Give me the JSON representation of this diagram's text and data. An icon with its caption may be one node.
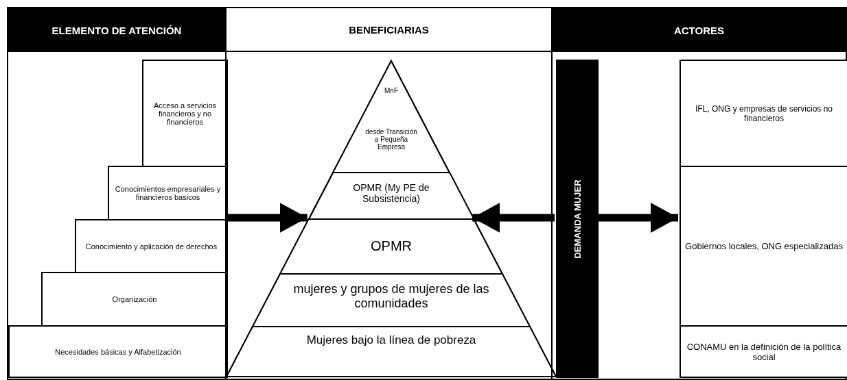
{
  "diagram": {
    "nodes": [
      {
        "text": [
          "ELEMENTO DE ATENCIÓN"
        ]
      },
      {
        "text": [
          "Acceso a servicios financieros y no financieros"
        ],
        "in": 0
      },
      {
        "text": [
          "Conocimientos empresariales y financieros basicos"
        ],
        "in": 0
      },
      {
        "text": [
          "Conocimiento y aplicación de derechos"
        ],
        "in": 0
      },
      {
        "text": [
          "Organización"
        ],
        "in": 0
      },
      {
        "text": [
          "Necesidades básicas y Alfabetización"
        ],
        "in": 0
      },
      {
        "text": [
          "BENEFICIARIAS"
        ]
      },
      {
        "text": [],
        "shape": "triangle",
        "in": 6
      },
      {
        "text": [
          "MnF",
          "desde Transición a Pequeña Empresa"
        ],
        "in": 7
      },
      {
        "text": [
          "OPMR (My PE de Subsistencia)"
        ],
        "in": 7
      },
      {
        "text": [
          "OPMR"
        ],
        "in": 7
      },
      {
        "text": [
          "mujeres y grupos de mujeres de las comunidades"
        ],
        "in": 7
      },
      {
        "text": [
          "Mujeres bajo la línea de pobreza"
        ],
        "in": 7
      },
      {
        "text": [
          "ACTORES"
        ]
      },
      {
        "text": [
          "DEMANDA MUJER"
        ],
        "in": 13
      },
      {
        "text": [
          "IFL, ONG y empresas de servicios no financieros"
        ],
        "in": 13
      },
      {
        "text": [
          "Gobiernos locales, ONG especializadas"
        ],
        "in": 13
      },
      {
        "text": [
          "CONAMU en la definición de la política social"
        ],
        "in": 13
      }
    ],
    "edges": [
      {
        "from": 0,
        "to": 7,
        "arrow": "to"
      },
      {
        "from": 14,
        "to": 7,
        "arrow": "to"
      },
      {
        "from": 14,
        "to": 16,
        "arrow": "to"
      }
    ]
  }
}
